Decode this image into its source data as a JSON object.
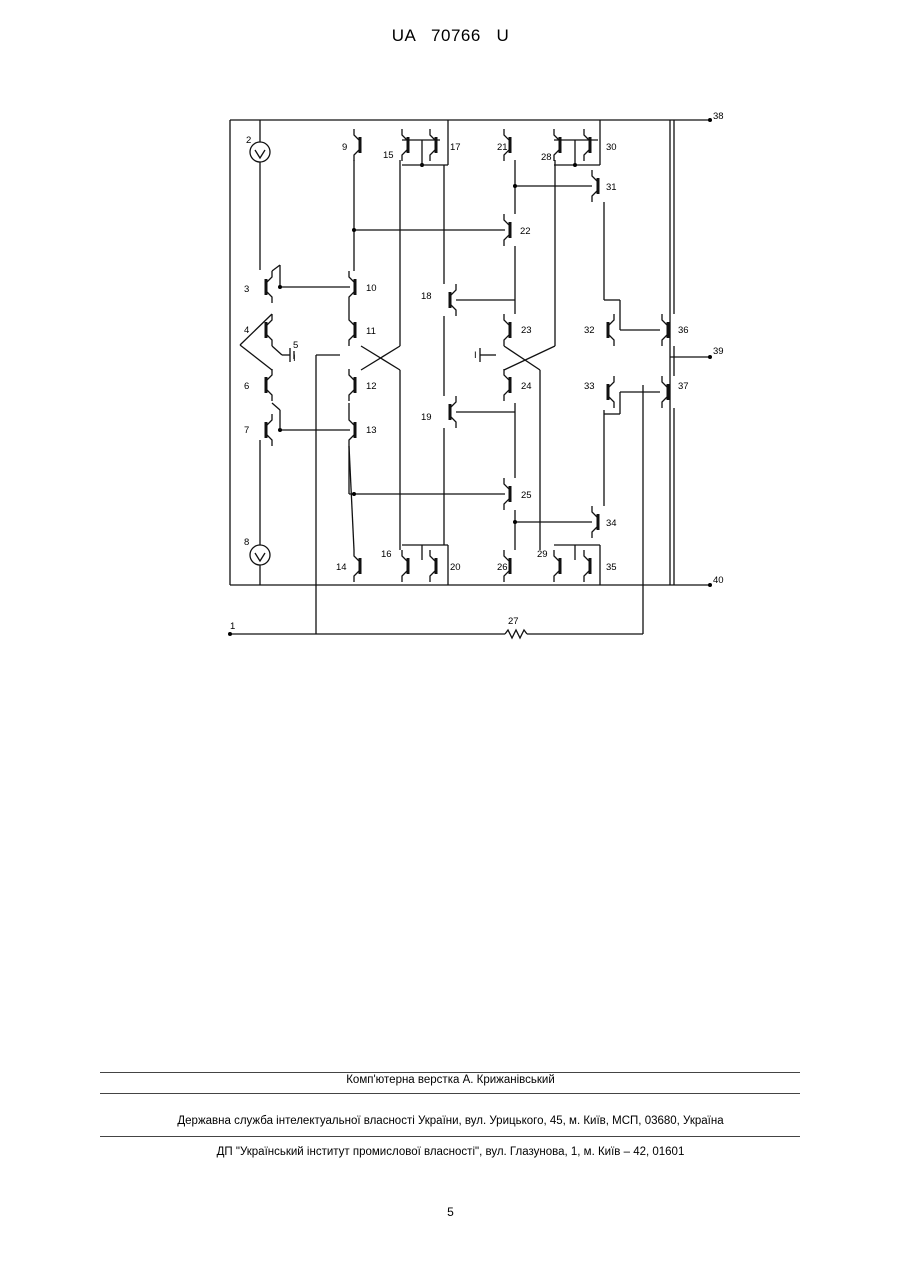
{
  "header": {
    "document_number": "UA   70766   U"
  },
  "schematic": {
    "component_labels": [
      "1",
      "2",
      "3",
      "4",
      "5",
      "6",
      "7",
      "8",
      "9",
      "10",
      "11",
      "12",
      "13",
      "14",
      "15",
      "16",
      "17",
      "18",
      "19",
      "20",
      "21",
      "22",
      "23",
      "24",
      "25",
      "26",
      "27",
      "28",
      "29",
      "30",
      "31",
      "32",
      "33",
      "34",
      "35",
      "36",
      "37",
      "38",
      "39",
      "40"
    ],
    "source_label_left": "I",
    "source_label_right": "I"
  },
  "footer": {
    "typesetting": "Комп'ютерна верстка А. Крижанівський",
    "agency": "Державна служба інтелектуальної власності України, вул. Урицького, 45, м. Київ, МСП, 03680, Україна",
    "institute": "ДП \"Український інститут промислової власності\", вул. Глазунова, 1, м. Київ – 42, 01601"
  },
  "page_number": "5"
}
